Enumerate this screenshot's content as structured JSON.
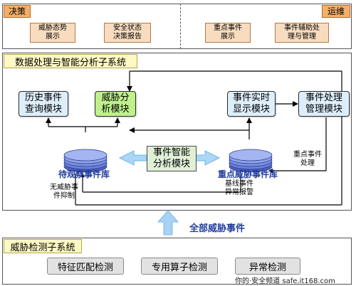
{
  "decision": {
    "title": "决策",
    "boxes": [
      "威胁态势\n展示",
      "安全状态\n决策报告"
    ]
  },
  "operations": {
    "title": "运维",
    "boxes": [
      "重点事件\n展示",
      "事件辅助处\n理与管理"
    ]
  },
  "analysis_subsystem": {
    "title": "数据处理与智能分析子系统",
    "modules": {
      "history_query": "历史事件\n查询模块",
      "threat_analysis": "威胁分\n析模块",
      "realtime_display": "事件实时\n显示模块",
      "event_handling": "事件处理\n管理模块",
      "smart_analysis": "事件智能\n分析模块"
    },
    "databases": {
      "pending": "待观察事件库",
      "key_threat": "重点威胁事件库"
    },
    "labels": {
      "no_threat_suppress": "无威胁事\n件抑制",
      "baseline_alarm": "基线事件\n异常报警",
      "key_event_handling": "重点事件\n处理"
    }
  },
  "flow": {
    "all_threat_events": "全部威胁事件"
  },
  "detection_subsystem": {
    "title": "威胁检测子系统",
    "items": [
      "特征匹配检测",
      "专用算子检测",
      "异常检测"
    ]
  },
  "watermark": "你的·安全频道 safe.it168.com"
}
